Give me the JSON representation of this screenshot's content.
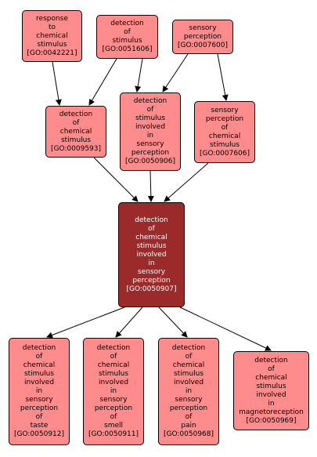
{
  "nodes": [
    {
      "id": "n42221",
      "lines": [
        "response",
        "to",
        "chemical",
        "stimulus",
        "[GO:0042221]"
      ]
    },
    {
      "id": "n51606",
      "lines": [
        "detection",
        "of",
        "stimulus",
        "[GO:0051606]"
      ]
    },
    {
      "id": "n7600",
      "lines": [
        "sensory",
        "perception",
        "[GO:0007600]"
      ]
    },
    {
      "id": "n9593",
      "lines": [
        "detection",
        "of",
        "chemical",
        "stimulus",
        "[GO:0009593]"
      ]
    },
    {
      "id": "n50906",
      "lines": [
        "detection",
        "of",
        "stimulus",
        "involved",
        "in",
        "sensory",
        "perception",
        "[GO:0050906]"
      ]
    },
    {
      "id": "n7606",
      "lines": [
        "sensory",
        "perception",
        "of",
        "chemical",
        "stimulus",
        "[GO:0007606]"
      ]
    },
    {
      "id": "n50907",
      "lines": [
        "detection",
        "of",
        "chemical",
        "stimulus",
        "involved",
        "in",
        "sensory",
        "perception",
        "[GO:0050907]"
      ]
    },
    {
      "id": "n50912",
      "lines": [
        "detection",
        "of",
        "chemical",
        "stimulus",
        "involved",
        "in",
        "sensory",
        "perception",
        "of",
        "taste",
        "[GO:0050912]"
      ]
    },
    {
      "id": "n50911",
      "lines": [
        "detection",
        "of",
        "chemical",
        "stimulus",
        "involved",
        "in",
        "sensory",
        "perception",
        "of",
        "smell",
        "[GO:0050911]"
      ]
    },
    {
      "id": "n50968",
      "lines": [
        "detection",
        "of",
        "chemical",
        "stimulus",
        "involved",
        "in",
        "sensory",
        "perception",
        "of",
        "pain",
        "[GO:0050968]"
      ]
    },
    {
      "id": "n50969",
      "lines": [
        "detection",
        "of",
        "chemical",
        "stimulus",
        "involved",
        "in",
        "magnetoreception",
        "[GO:0050969]"
      ]
    }
  ],
  "edges": [
    [
      "n42221",
      "n9593"
    ],
    [
      "n51606",
      "n9593"
    ],
    [
      "n51606",
      "n50906"
    ],
    [
      "n7600",
      "n50906"
    ],
    [
      "n7600",
      "n7606"
    ],
    [
      "n9593",
      "n50907"
    ],
    [
      "n50906",
      "n50907"
    ],
    [
      "n7606",
      "n50907"
    ],
    [
      "n50907",
      "n50912"
    ],
    [
      "n50907",
      "n50911"
    ],
    [
      "n50907",
      "n50968"
    ],
    [
      "n50907",
      "n50969"
    ]
  ],
  "colors": {
    "node_fill": "#ff8c8c",
    "focus_fill": "#9b2b2b",
    "focus_text": "#ffffff",
    "border": "#000000",
    "edge": "#000000"
  },
  "focus_node": "n50907"
}
